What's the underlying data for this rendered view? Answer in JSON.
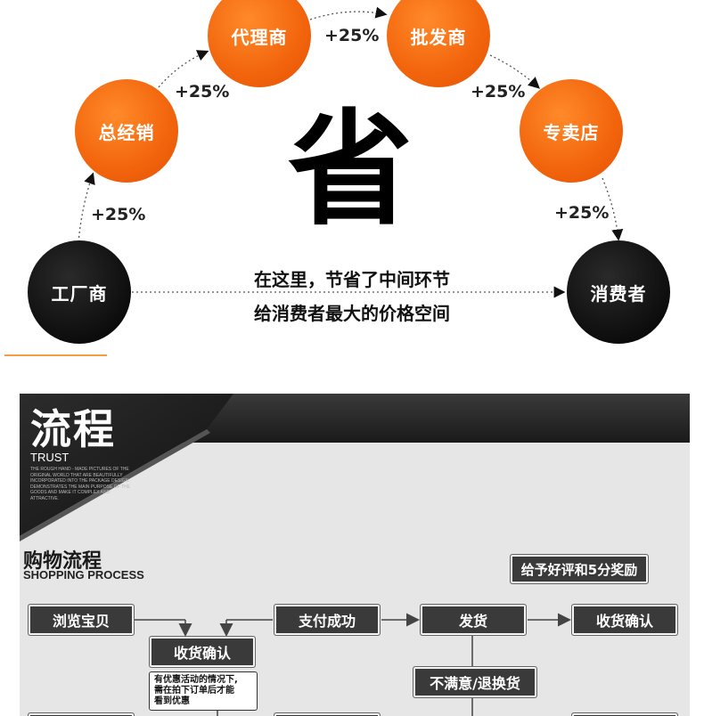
{
  "savings_diagram": {
    "nodes": {
      "factory": "工厂商",
      "distributor": "总经销",
      "agent": "代理商",
      "wholesaler": "批发商",
      "retailer": "专卖店",
      "consumer": "消费者"
    },
    "markups": [
      "+25%",
      "+25%",
      "+25%",
      "+25%",
      "+25%"
    ],
    "big_char": "省",
    "center_lines": [
      "在这里，节省了中间环节",
      "给消费者最大的价格空间"
    ]
  },
  "flow_banner": {
    "title": "流程",
    "trust": "TRUST",
    "trust_body": "THE ROUGH HAND - MADE PICTURES OF THE ORIGINAL WORLD THAT ARE BEAUTIFULLY INCORPORATED INTO THE PACKAGE DESIGN. DEMONSTRATES THE MAIN PURPOSE OF THE GOODS AND MAKE IT COMPLEX AND ATTRACTIVE."
  },
  "shopping_process": {
    "title": "购物流程",
    "subtitle": "SHOPPING PROCESS",
    "steps": {
      "browse": "浏览宝贝",
      "receive_confirm_left": "收货确认",
      "pay_success": "支付成功",
      "ship": "发货",
      "receive_confirm_right": "收货确认",
      "review": "给予好评和5分奖励",
      "unsatisfied": "不满意/退换货"
    },
    "note_lines": [
      "有优惠活动的情况下,",
      "需在拍下订单后才能",
      "看到优惠"
    ]
  }
}
